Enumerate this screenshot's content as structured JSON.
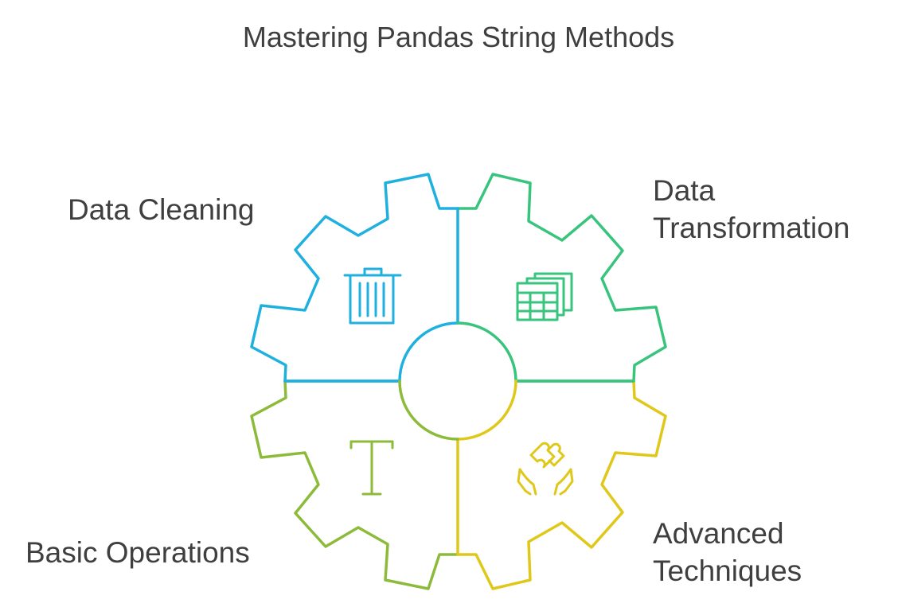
{
  "title": "Mastering Pandas String Methods",
  "segments": {
    "data_cleaning": {
      "label": "Data Cleaning",
      "color": "#1fb0e0",
      "icon": "trash-icon"
    },
    "data_transformation": {
      "label_line1": "Data",
      "label_line2": "Transformation",
      "color": "#39c47e",
      "icon": "spreadsheet-icon"
    },
    "basic_operations": {
      "label": "Basic Operations",
      "color": "#8cbb3a",
      "icon": "text-icon"
    },
    "advanced_techniques": {
      "label_line1": "Advanced",
      "label_line2": "Techniques",
      "color": "#e0c81a",
      "icon": "puzzle-hands-icon"
    }
  }
}
